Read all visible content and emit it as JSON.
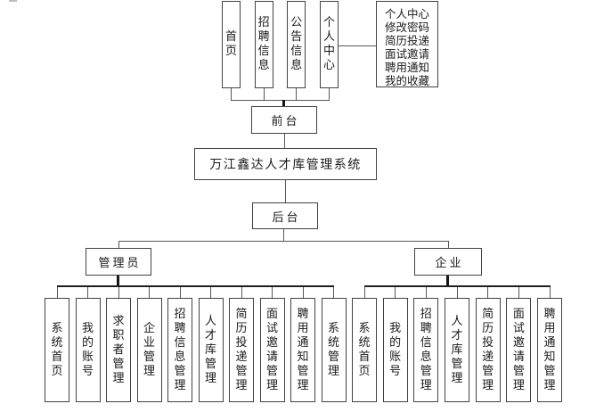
{
  "diagram": {
    "root_label": "万江鑫达人才库管理系统",
    "front": {
      "label": "前台",
      "pages": [
        "首页",
        "招聘信息",
        "公告信息",
        "个人中心"
      ],
      "personal_center_panel": {
        "lines": [
          "个人中心",
          "修改密码",
          "简历投递",
          "面试邀请",
          "聘用通知",
          "我的收藏"
        ]
      }
    },
    "back": {
      "label": "后台",
      "roles": [
        {
          "label": "管理员",
          "modules": [
            "系统首页",
            "我的账号",
            "求职者管理",
            "企业管理",
            "招聘信息管理",
            "人才库管理",
            "简历投递管理",
            "面试邀请管理",
            "聘用通知管理",
            "系统管理"
          ]
        },
        {
          "label": "企业",
          "modules": [
            "系统首页",
            "我的账号",
            "招聘信息管理",
            "人才库管理",
            "简历投递管理",
            "面试邀请管理",
            "聘用通知管理"
          ]
        }
      ]
    }
  },
  "colors": {
    "background": "#ffffff",
    "box_border": "#424242",
    "connector": "#575757",
    "connector_thick": "#141414",
    "text": "#1a1a1a"
  }
}
